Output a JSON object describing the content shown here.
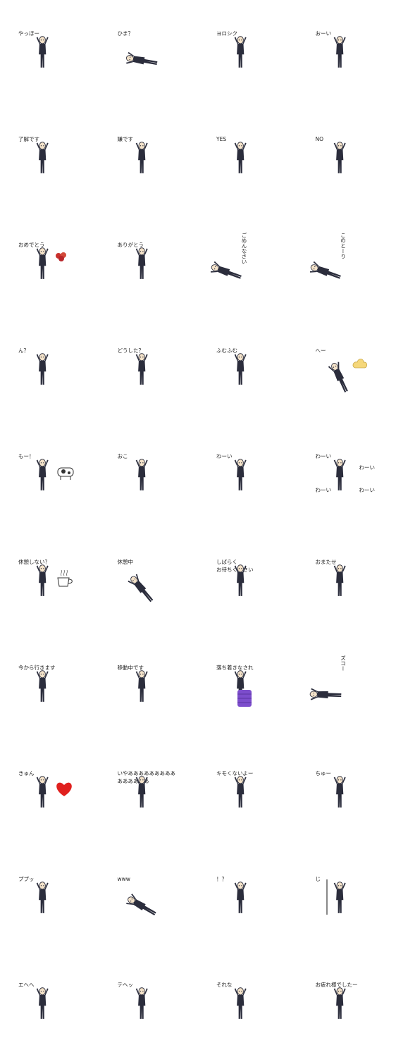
{
  "stickers": [
    {
      "label": "やっほー",
      "pose": "arms-up"
    },
    {
      "label": "ひま？",
      "pose": "lying-side"
    },
    {
      "label": "ヨロシク",
      "pose": "wave"
    },
    {
      "label": "おーい",
      "pose": "shout"
    },
    {
      "label": "了解です",
      "pose": "salute"
    },
    {
      "label": "嫌です",
      "pose": "stand-point"
    },
    {
      "label": "YES",
      "pose": "circle-arms"
    },
    {
      "label": "NO",
      "pose": "stand"
    },
    {
      "label": "おめでとう",
      "pose": "bouquet",
      "prop": "bouquet-icon"
    },
    {
      "label": "ありがとう",
      "pose": "wave"
    },
    {
      "label": "ごめんなさい",
      "pose": "kneel",
      "vertical": true
    },
    {
      "label": "このとーり",
      "pose": "kneel",
      "vertical": true
    },
    {
      "label": "ん？",
      "pose": "stand"
    },
    {
      "label": "どうした？",
      "pose": "shrug"
    },
    {
      "label": "ふむふむ",
      "pose": "stand"
    },
    {
      "label": "へー",
      "pose": "crouch",
      "prop": "cloud-icon"
    },
    {
      "label": "もー！",
      "pose": "cow",
      "prop": "cow-icon"
    },
    {
      "label": "おこ",
      "pose": "angry"
    },
    {
      "label": "わーい",
      "pose": "jump"
    },
    {
      "label": "わーい",
      "pose": "group-jump",
      "extra": [
        "わーい",
        "わーい",
        "わーい"
      ]
    },
    {
      "label": "休憩しない？",
      "pose": "cup",
      "prop": "coffee-cup-icon"
    },
    {
      "label": "休憩中",
      "pose": "rest"
    },
    {
      "label": "しばらく\nお待ちください",
      "pose": "arms-up"
    },
    {
      "label": "おまたせ",
      "pose": "wave"
    },
    {
      "label": "今から行きます",
      "pose": "run"
    },
    {
      "label": "移動中です",
      "pose": "carry"
    },
    {
      "label": "落ち着きなされ",
      "pose": "sit",
      "prop": "cushion-icon"
    },
    {
      "label": "ズコー",
      "pose": "fall",
      "vertical": true
    },
    {
      "label": "きゅん",
      "pose": "heart",
      "prop": "heart-icon"
    },
    {
      "label": "いやあああああああああ\nああああああ",
      "pose": "run"
    },
    {
      "label": "キモくないよー",
      "pose": "dance"
    },
    {
      "label": "ちゅー",
      "pose": "kiss"
    },
    {
      "label": "ププッ",
      "pose": "stand"
    },
    {
      "label": "www",
      "pose": "roll"
    },
    {
      "label": "！？",
      "pose": "surprise"
    },
    {
      "label": "じ",
      "pose": "peek",
      "prop": "wall-icon"
    },
    {
      "label": "エヘヘ",
      "pose": "stand"
    },
    {
      "label": "テヘッ",
      "pose": "stand"
    },
    {
      "label": "それな",
      "pose": "point"
    },
    {
      "label": "お疲れ様でしたー",
      "pose": "bow"
    }
  ],
  "colors": {
    "suit": "#2b2d3c",
    "skin": "#f3e2c9",
    "heart": "#e0201e",
    "cushion": "#7c4dcc",
    "cloud": "#f5d77a"
  }
}
